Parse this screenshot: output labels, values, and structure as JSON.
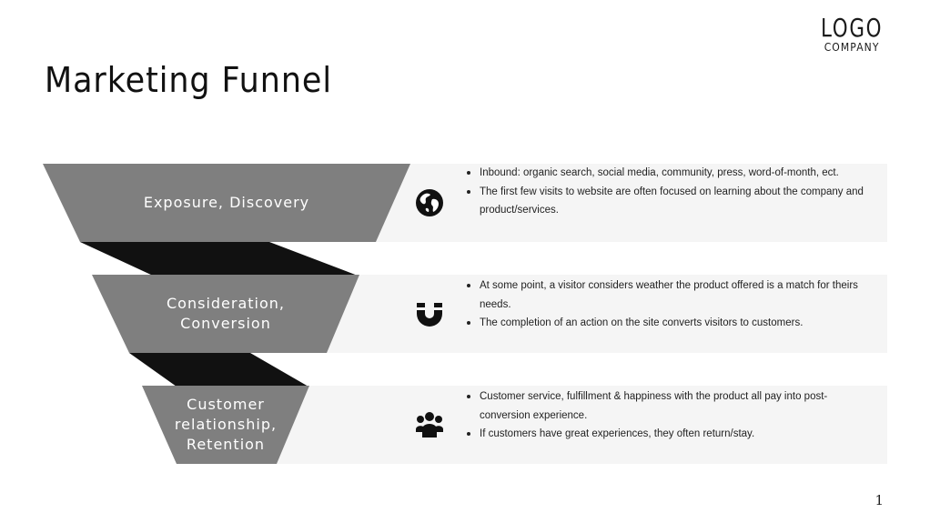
{
  "logo": {
    "main": "LOGO",
    "sub": "COMPANY"
  },
  "slide_title": "Marketing Funnel",
  "stages": [
    {
      "label_lines": [
        "Exposure, Discovery"
      ],
      "icon": "globe-icon",
      "bullets": [
        "Inbound: organic search, social media, community, press, word-of-month, ect.",
        "The first few visits to website are often focused on learning about the company and product/services."
      ]
    },
    {
      "label_lines": [
        "Consideration,",
        "Conversion"
      ],
      "icon": "magnet-icon",
      "bullets": [
        "At some point, a visitor considers weather the product offered is a match for theirs needs.",
        "The completion of an action on the site converts visitors to customers."
      ]
    },
    {
      "label_lines": [
        "Customer",
        "relationship,",
        "Retention"
      ],
      "icon": "users-icon",
      "bullets": [
        "Customer service, fulfillment & happiness with the product all pay into post-conversion experience.",
        "If customers have great experiences, they often return/stay."
      ]
    }
  ],
  "page_number": "1",
  "colors": {
    "funnel_gray": "#7f7f7f",
    "funnel_dark": "#111111",
    "row_bg": "#f5f5f5"
  }
}
